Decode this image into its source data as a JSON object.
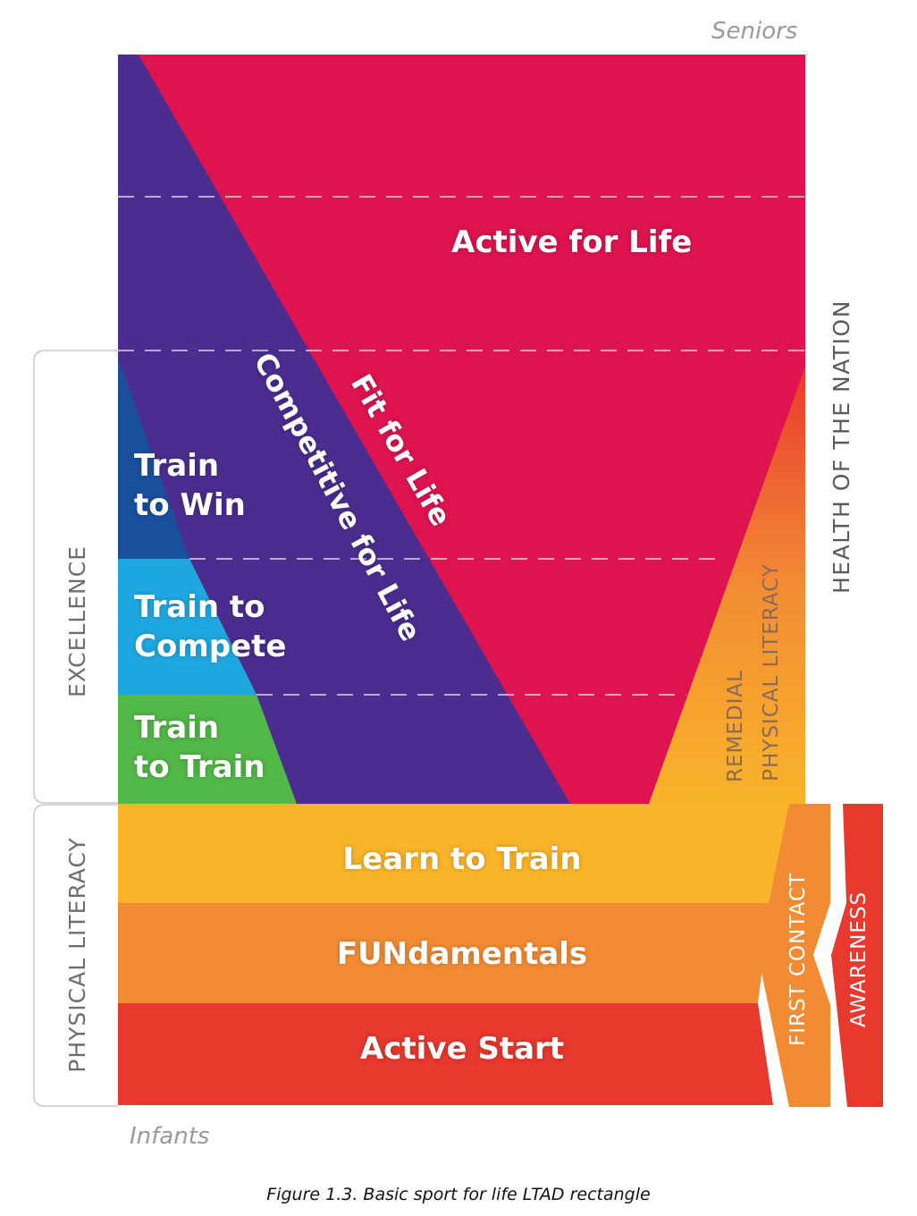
{
  "corner_labels": {
    "top": "Seniors",
    "bottom": "Infants"
  },
  "stages": {
    "active_for_life": "Active for Life",
    "fit_for_life": "Fit for Life",
    "competitive_for_life": "Competitive for Life",
    "train_to_win": "Train\nto Win",
    "train_to_compete": "Train to\nCompete",
    "train_to_train": "Train\nto Train",
    "learn_to_train": "Learn to Train",
    "fundamentals": "FUNdamentals",
    "active_start": "Active Start"
  },
  "side_labels": {
    "excellence": "EXCELLENCE",
    "physical_literacy": "PHYSICAL LITERACY",
    "health_of_the_nation": "HEALTH OF THE NATION",
    "remedial_line1": "REMEDIAL",
    "remedial_line2": "PHYSICAL LITERACY",
    "first_contact": "FIRST CONTACT",
    "awareness": "AWARENESS"
  },
  "caption": "Figure 1.3. Basic sport for life LTAD rectangle",
  "colors": {
    "active_for_life": "#de1450",
    "competitive": "#4b2d8f",
    "train_to_win": "#1a4f9c",
    "train_to_compete": "#1fa8e0",
    "train_to_train": "#52b848",
    "learn_to_train": "#f9b42a",
    "fundamentals": "#f28c34",
    "active_start": "#e8392f",
    "first_contact": "#f28c34",
    "awareness": "#e8392f"
  }
}
